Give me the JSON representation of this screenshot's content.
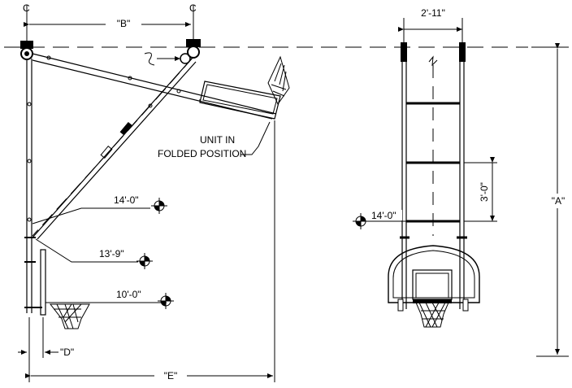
{
  "labels": {
    "dim_b": "\"B\"",
    "dim_e": "\"E\"",
    "dim_d": "\"D\"",
    "dim_a": "\"A\"",
    "width_top": "2'-11\"",
    "spacing": "3'-0\"",
    "ht_14_side": "14'-0\"",
    "ht_13_9": "13'-9\"",
    "ht_10": "10'-0\"",
    "ht_14_front": "14'-0\"",
    "folded_line1": "UNIT IN",
    "folded_line2": "FOLDED POSITION"
  },
  "colors": {
    "ink": "#000000",
    "background": "#ffffff"
  }
}
